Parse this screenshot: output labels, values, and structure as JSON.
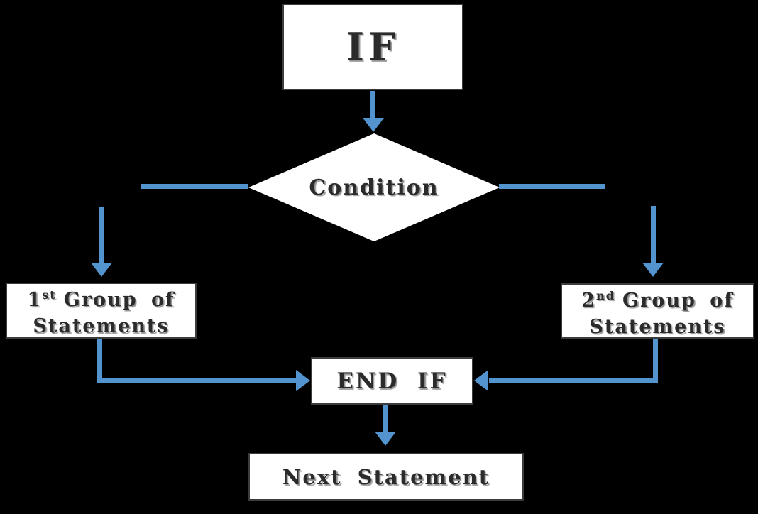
{
  "diagram": {
    "type": "flowchart",
    "topic": "IF statement control flow",
    "nodes": {
      "if_box": {
        "label": "IF"
      },
      "condition": {
        "label": "Condition"
      },
      "group1": {
        "num": "1",
        "ordinal": "st",
        "line1_rest": "Group of",
        "line2": "Statements"
      },
      "group2": {
        "num": "2",
        "ordinal": "nd",
        "line1_rest": "Group of",
        "line2": "Statements"
      },
      "end_if": {
        "label": "END IF"
      },
      "next": {
        "label": "Next Statement"
      }
    },
    "edges": [
      "if_box -> condition",
      "condition -> group1",
      "condition -> group2",
      "group1 -> end_if",
      "group2 -> end_if",
      "end_if -> next"
    ]
  },
  "colors": {
    "background": "#000000",
    "arrow": "#5494CE",
    "box_fill": "#ffffff",
    "box_border": "#3c3c3c",
    "text": "#2b2b2b"
  }
}
